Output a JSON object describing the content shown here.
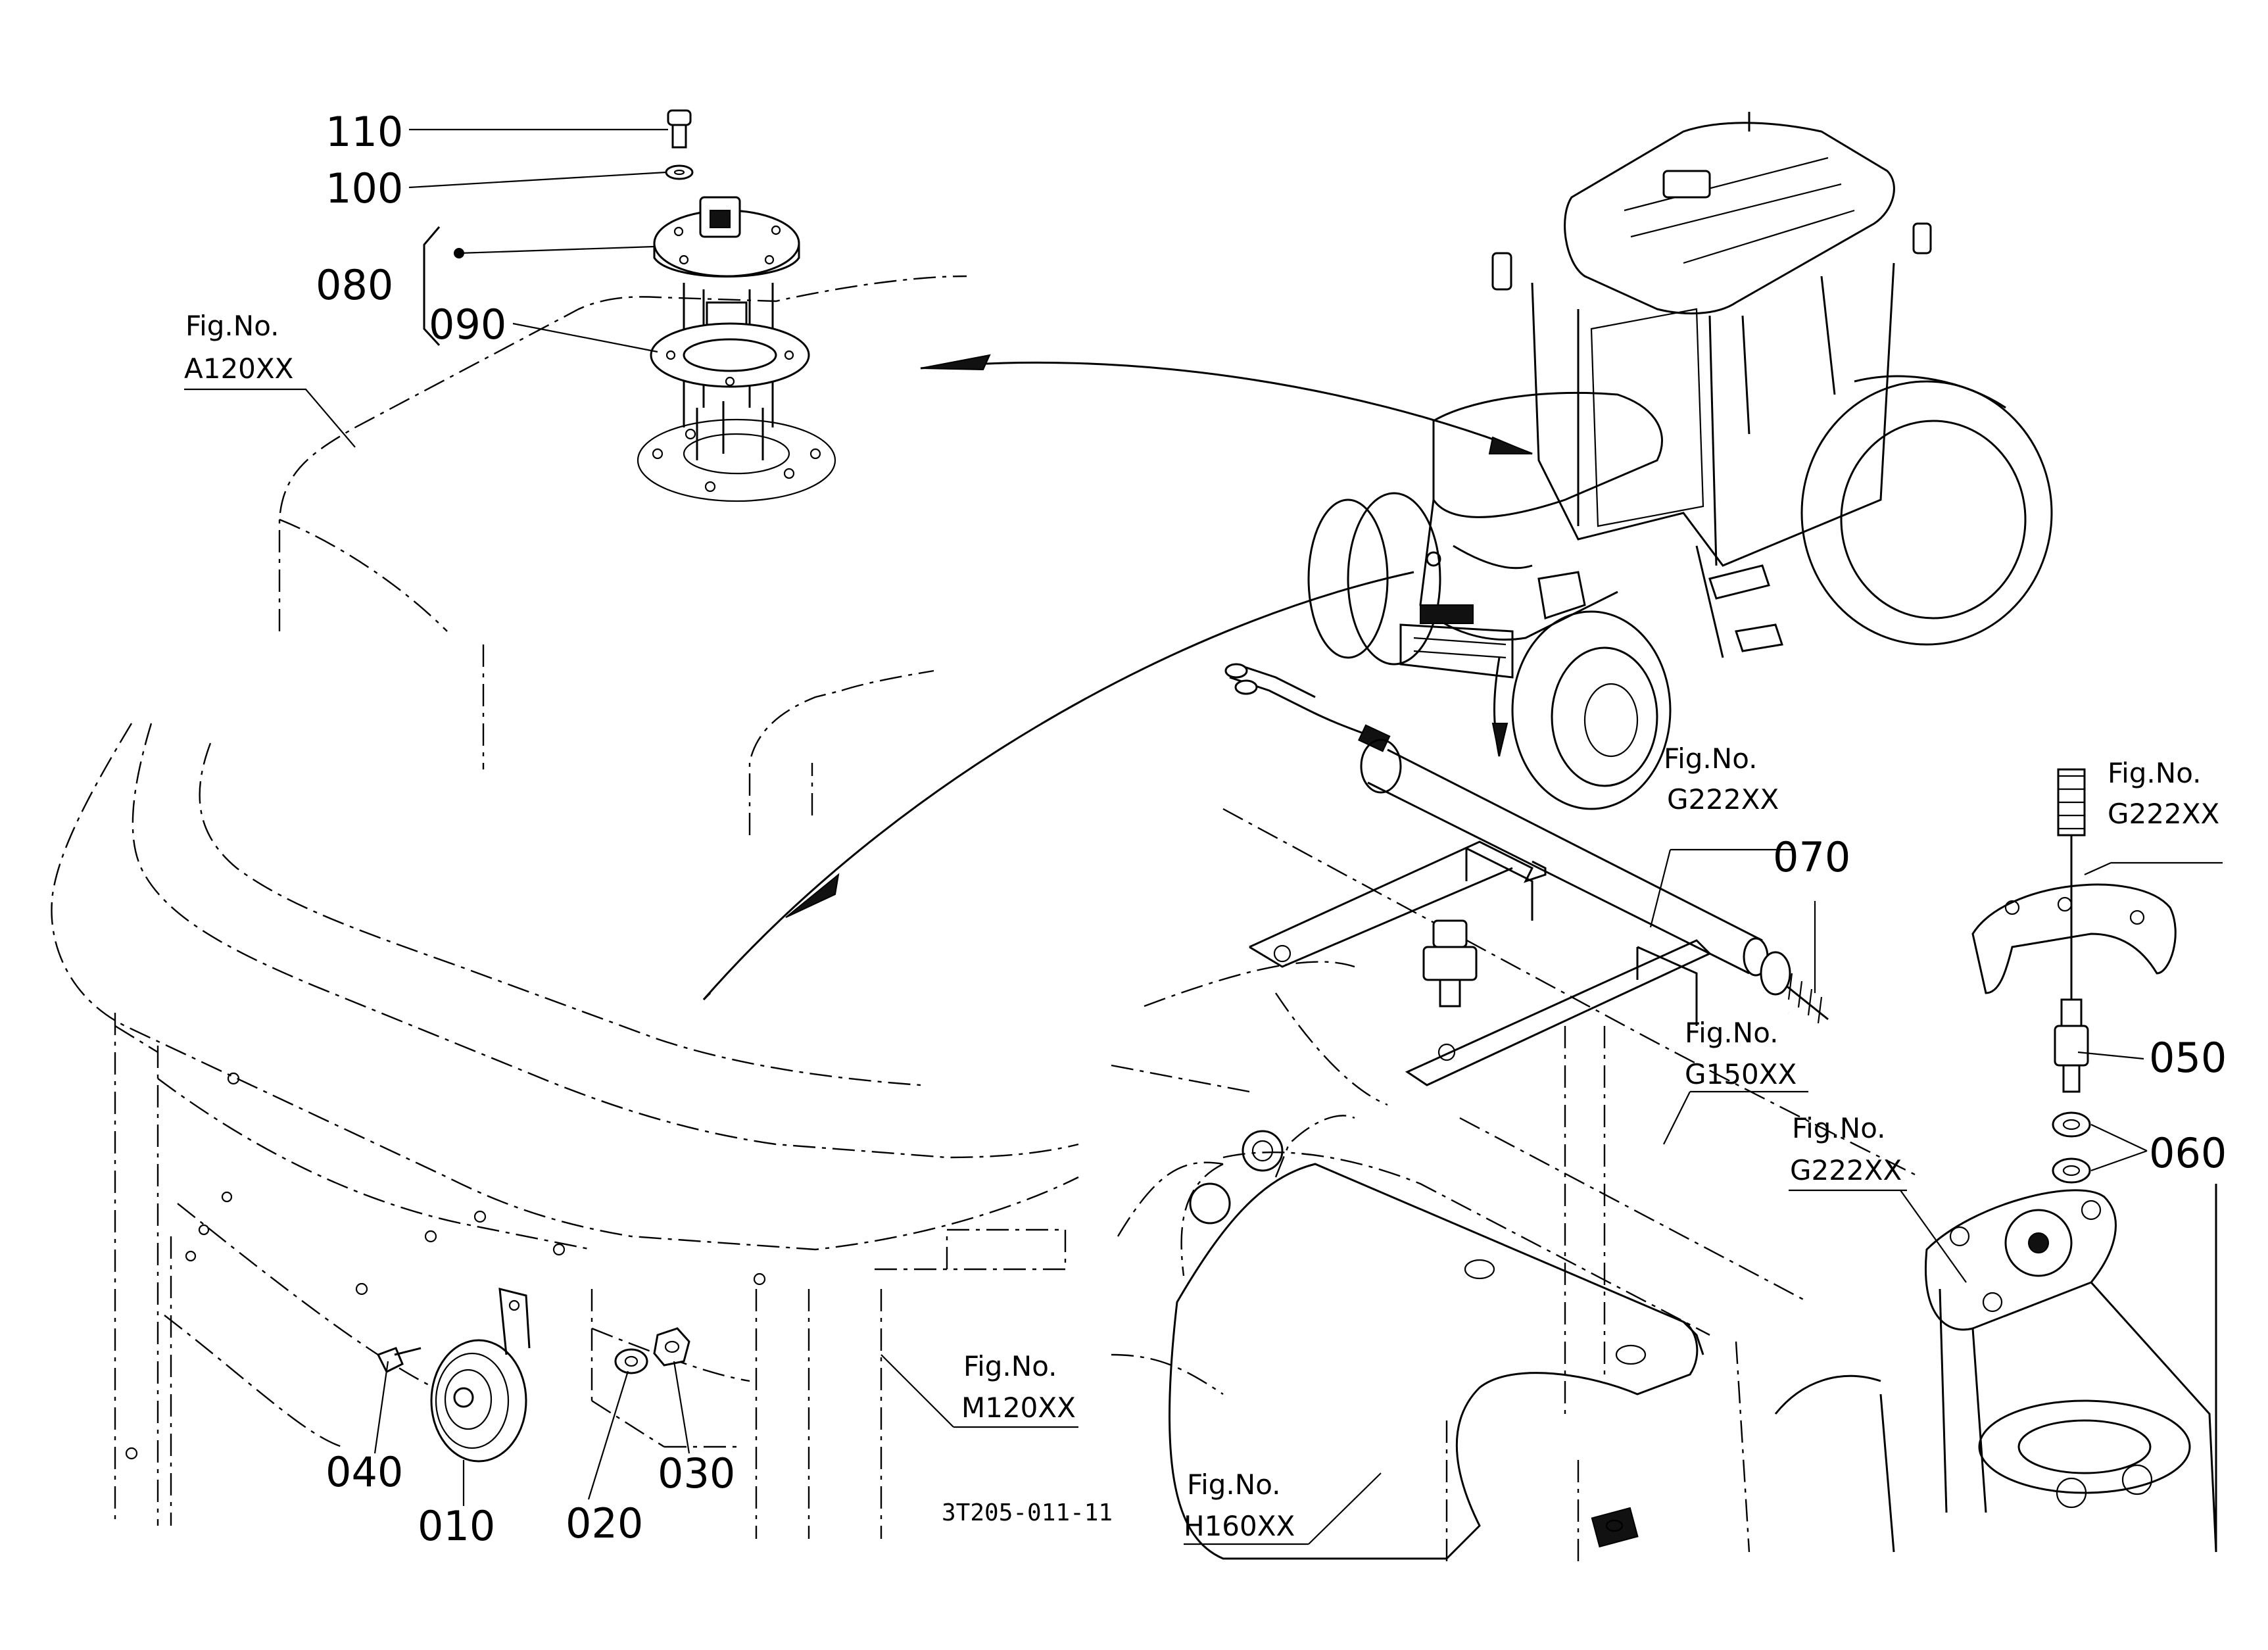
{
  "diagram": {
    "drawing_code": "3T205-011-11",
    "part_labels": {
      "p110": "110",
      "p100": "100",
      "p080": "080",
      "p090": "090",
      "p070": "070",
      "p050": "050",
      "p060": "060",
      "p040": "040",
      "p010": "010",
      "p020": "020",
      "p030": "030"
    },
    "figure_refs": {
      "a120": {
        "line1": "Fig.No.",
        "line2": "A120XX"
      },
      "g222_mid": {
        "line1": "Fig.No.",
        "line2": "G222XX"
      },
      "g222_right": {
        "line1": "Fig.No.",
        "line2": "G222XX"
      },
      "g150": {
        "line1": "Fig.No.",
        "line2": "G150XX"
      },
      "g222_low": {
        "line1": "Fig.No.",
        "line2": "G222XX"
      },
      "m120": {
        "line1": "Fig.No.",
        "line2": "M120XX"
      },
      "h160": {
        "line1": "Fig.No.",
        "line2": "H160XX"
      }
    }
  }
}
